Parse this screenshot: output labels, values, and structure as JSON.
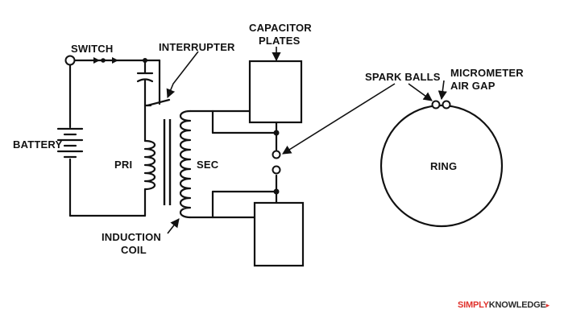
{
  "labels": {
    "switch": "SWITCH",
    "interrupter": "INTERRUPTER",
    "capacitor_line1": "CAPACITOR",
    "capacitor_line2": "PLATES",
    "battery": "BATTERY",
    "pri": "PRI",
    "sec": "SEC",
    "induction_line1": "INDUCTION",
    "induction_line2": "COIL",
    "spark_balls": "SPARK BALLS",
    "micrometer_line1": "MICROMETER",
    "micrometer_line2": "AIR GAP",
    "ring": "RING"
  },
  "brand": {
    "part1": "SIMPLY",
    "part2": "KNOWLEDGE",
    "mark": "▸"
  }
}
